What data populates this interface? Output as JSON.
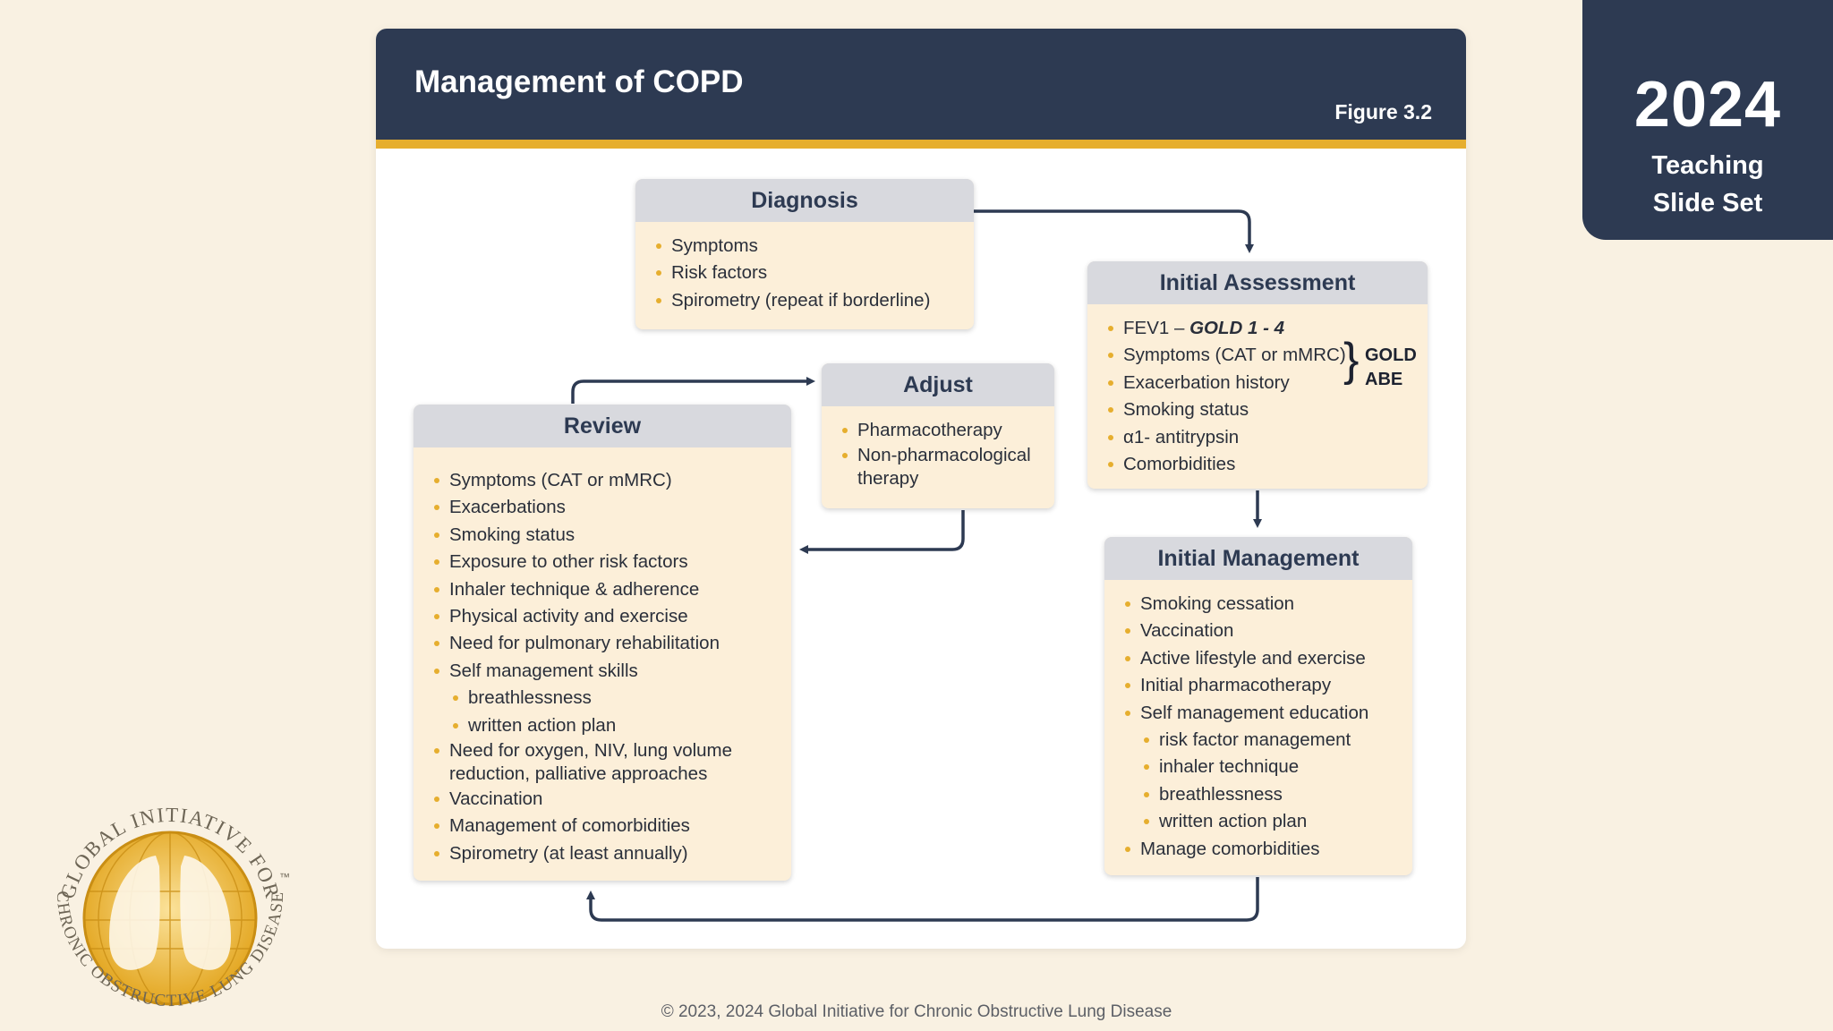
{
  "header": {
    "title": "Management of COPD",
    "figure": "Figure 3.2"
  },
  "badge": {
    "year": "2024",
    "line1": "Teaching",
    "line2": "Slide Set"
  },
  "diagnosis": {
    "title": "Diagnosis",
    "items": [
      "Symptoms",
      "Risk factors",
      "Spirometry (repeat if borderline)"
    ]
  },
  "initial_assessment": {
    "title": "Initial Assessment",
    "fev1_prefix": "FEV1 – ",
    "fev1_emph": "GOLD 1 - 4",
    "items": [
      "Symptoms (CAT or mMRC)",
      "Exacerbation history",
      "Smoking status",
      "α1- antitrypsin",
      "Comorbidities"
    ],
    "group_label_1": "GOLD",
    "group_label_2": "ABE"
  },
  "adjust": {
    "title": "Adjust",
    "items": [
      "Pharmacotherapy",
      "Non-pharmacological therapy"
    ]
  },
  "review": {
    "title": "Review",
    "items": [
      "Symptoms (CAT or mMRC)",
      "Exacerbations",
      "Smoking status",
      "Exposure to other risk factors",
      "Inhaler technique & adherence",
      "Physical activity and exercise",
      "Need for pulmonary rehabilitation",
      "Self management skills",
      "breathlessness",
      "written action plan",
      "Need for oxygen, NIV, lung volume reduction, palliative approaches",
      "Vaccination",
      "Management of comorbidities",
      "Spirometry (at least annually)"
    ]
  },
  "initial_management": {
    "title": "Initial Management",
    "items": [
      "Smoking cessation",
      "Vaccination",
      "Active lifestyle and exercise",
      "Initial pharmacotherapy",
      "Self management education",
      "risk factor management",
      "inhaler technique",
      "breathlessness",
      "written action plan",
      "Manage comorbidities"
    ]
  },
  "logo": {
    "arc_top": "GLOBAL INITIATIVE FOR",
    "arc_bottom": "CHRONIC OBSTRUCTIVE LUNG DISEASE",
    "trademark": "™"
  },
  "footer": {
    "copyright": "© 2023, 2024 Global Initiative for Chronic Obstructive Lung Disease"
  },
  "colors": {
    "navy": "#2d3a52",
    "gold": "#e6ae2e",
    "box_bg": "#fcefd9",
    "box_header": "#d8d9de"
  }
}
